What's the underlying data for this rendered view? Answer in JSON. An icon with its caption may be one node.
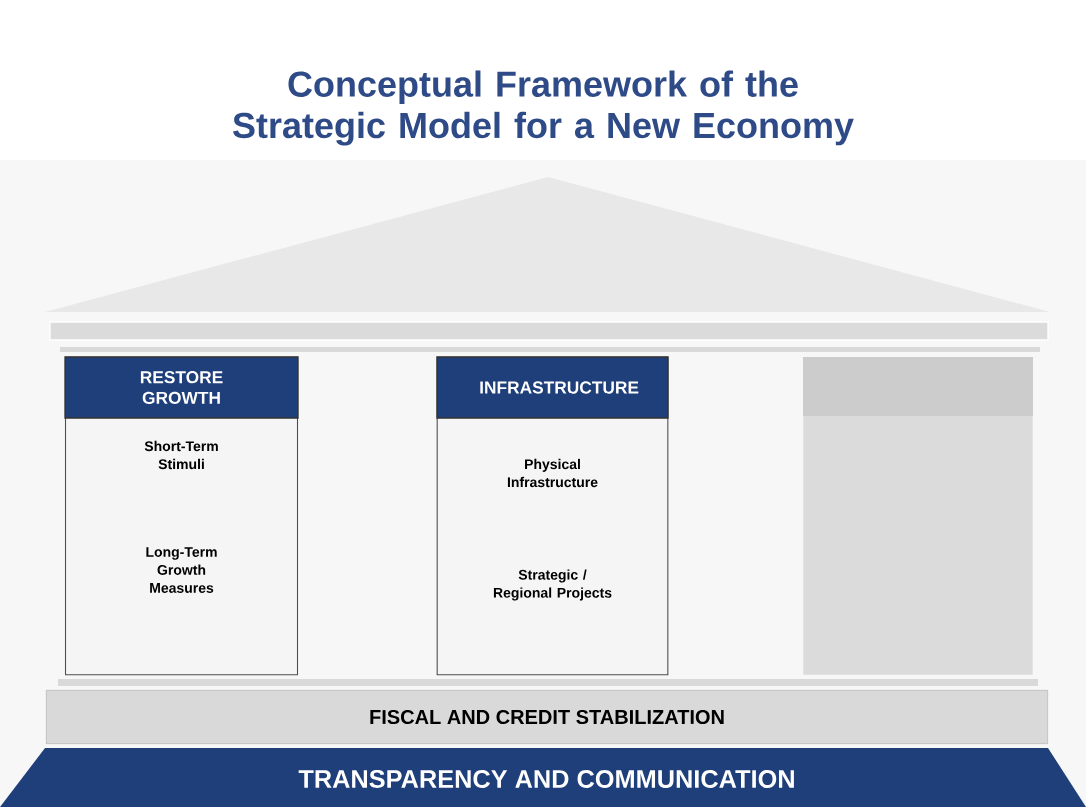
{
  "diagram": {
    "title": "Conceptual Framework of the Strategic Model for a New Economy",
    "nodes": [
      {
        "text": [
          "RESTORE GROWTH",
          "Short-Term Stimuli",
          "Long-Term Growth Measures"
        ]
      },
      {
        "text": [
          "INFRASTRUCTURE",
          "Physical Infrastructure",
          "Strategic / Regional Projects"
        ]
      },
      {
        "text": [],
        "shape": "box"
      },
      {
        "text": [
          "FISCAL AND CREDIT STABILIZATION"
        ]
      },
      {
        "text": [
          "TRANSPARENCY AND COMMUNICATION"
        ]
      }
    ],
    "edges": []
  }
}
